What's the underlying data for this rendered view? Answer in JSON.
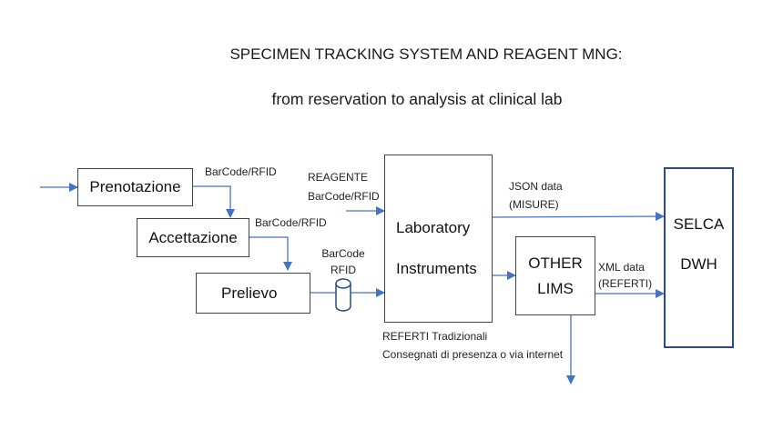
{
  "title": "SPECIMEN TRACKING SYSTEM AND REAGENT MNG:",
  "subtitle": "from reservation to analysis at clinical lab",
  "nodes": {
    "prenotazione": "Prenotazione",
    "accettazione": "Accettazione",
    "prelievo": "Prelievo",
    "lab_line1": "Laboratory",
    "lab_line2": "Instruments",
    "other_line1": "OTHER",
    "other_line2": "LIMS",
    "selca_line1": "SELCA",
    "selca_line2": "DWH"
  },
  "labels": {
    "barcode_1": "BarCode/RFID",
    "barcode_2": "BarCode/RFID",
    "reagente_1": "REAGENTE",
    "reagente_2": "BarCode/RFID",
    "tube_1": "BarCode",
    "tube_2": "RFID",
    "json_1": "JSON data",
    "json_2": "(MISURE)",
    "xml_1": "XML data",
    "xml_2": "(REFERTI)",
    "referti_1": "REFERTI Tradizionali",
    "referti_2": "Consegnati di presenza o via internet"
  },
  "colors": {
    "arrow": "#4472C4",
    "box_border": "#444444",
    "selca_border": "#2F4A7F"
  }
}
